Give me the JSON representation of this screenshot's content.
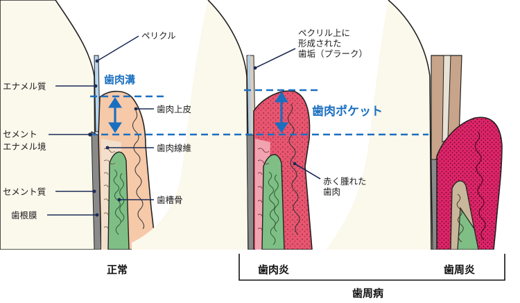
{
  "labels": {
    "pellicle": "ペリクル",
    "enamel": "エナメル質",
    "gingival_sulcus": "歯肉溝",
    "gingival_epithelium": "歯肉上皮",
    "cej_line1": "セメント",
    "cej_line2": "エナメル境",
    "gingival_fibers": "歯肉線維",
    "cementum": "セメント質",
    "alveolar_bone": "歯槽骨",
    "periodontal_ligament": "歯根膜",
    "plaque_line1": "ペクリル上に",
    "plaque_line2": "形成された",
    "plaque_line3": "歯垢（プラーク）",
    "periodontal_pocket": "歯肉ポケット",
    "swollen_line1": "赤く腫れた",
    "swollen_line2": "歯肉"
  },
  "captions": {
    "normal": "正常",
    "gingivitis": "歯肉炎",
    "periodontitis": "歯周炎",
    "periodontal_disease": "歯周病"
  },
  "colors": {
    "tooth": "#fbf8ec",
    "gum_normal": "#f6c9a9",
    "gum_inflamed": "#e8556f",
    "gum_severe": "#dd2468",
    "bone": "#7fbf86",
    "accent_blue": "#1a6fc0",
    "plaque": "#d9cdbf",
    "enamel_edge": "#a9cdea"
  }
}
